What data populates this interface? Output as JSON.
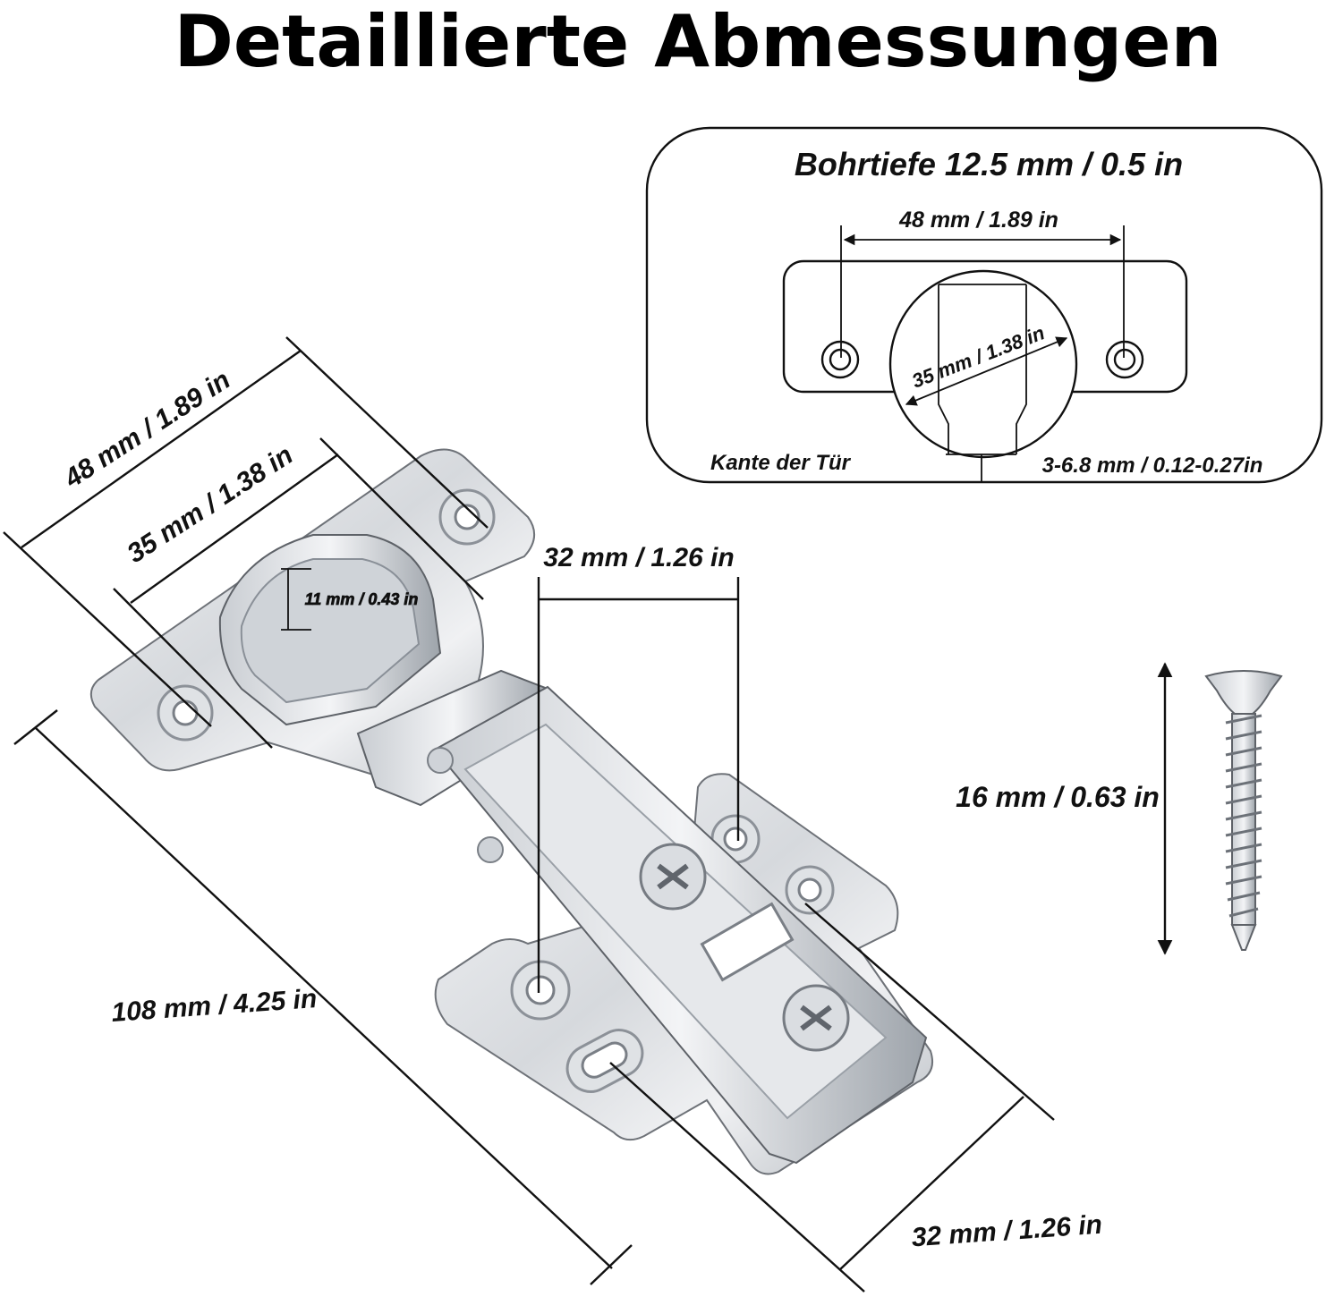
{
  "title": "Detaillierte Abmessungen",
  "inset": {
    "drill_depth": "Bohrtiefe 12.5 mm / 0.5 in",
    "hole_spacing": "48 mm / 1.89 in",
    "cup_diameter": "35 mm / 1.38 in",
    "door_edge": "Kante der Tür",
    "edge_distance": "3-6.8 mm / 0.12-0.27in"
  },
  "hinge": {
    "plate_hole_spacing": "48 mm / 1.89 in",
    "cup_width": "35 mm / 1.38 in",
    "cup_depth": "11 mm / 0.43 in",
    "arm_hole_spacing_top": "32 mm / 1.26 in",
    "overall_length": "108 mm / 4.25 in",
    "arm_hole_spacing_bottom": "32 mm / 1.26 in"
  },
  "screw": {
    "length": "16 mm / 0.63 in"
  },
  "colors": {
    "line": "#111111",
    "steel_light": "#eef0f2",
    "steel_dark": "#9aa0a7"
  }
}
